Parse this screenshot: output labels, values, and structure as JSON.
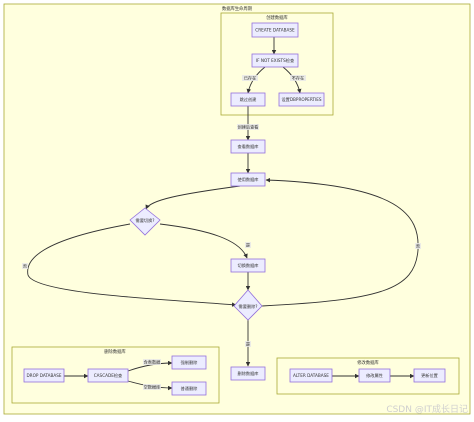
{
  "diagram": {
    "title": "数据库生命周期",
    "clusters": {
      "create": {
        "title": "创建数据库"
      },
      "delete": {
        "title": "删除数据库"
      },
      "modify": {
        "title": "修改数据库"
      }
    },
    "nodes": {
      "create_database": "CREATE DATABASE",
      "if_not_exists": "IF NOT EXISTS检查",
      "skip_create": "跳过创建",
      "set_dbproperties": "设置DBPROPERTIES",
      "view_db": "查看数据库",
      "use_db": "使用数据库",
      "need_switch": "需要切换?",
      "switch_db": "切换数据库",
      "need_delete": "需要删除?",
      "drop_database": "DROP DATABASE",
      "cascade_check": "CASCADE检查",
      "force_delete": "强制删除",
      "normal_delete": "普通删除",
      "delete_db": "删除数据库",
      "alter_database": "ALTER DATABASE",
      "modify_props": "修改属性",
      "update_location": "更新位置"
    },
    "edge_labels": {
      "exists": "已存在",
      "not_exists": "不存在",
      "view_after_create": "创建后查看",
      "switch_yes": "是",
      "switch_no": "否",
      "delete_yes": "是",
      "delete_no": "否",
      "has_tables": "含表数据",
      "empty_db": "空数据库"
    }
  },
  "watermark": "CSDN @IT成长日记",
  "colors": {
    "node_fill": "#ececff",
    "node_stroke": "#9370db",
    "cluster_fill": "#ffffde",
    "cluster_stroke": "#aaaa33",
    "edge": "#333333"
  }
}
